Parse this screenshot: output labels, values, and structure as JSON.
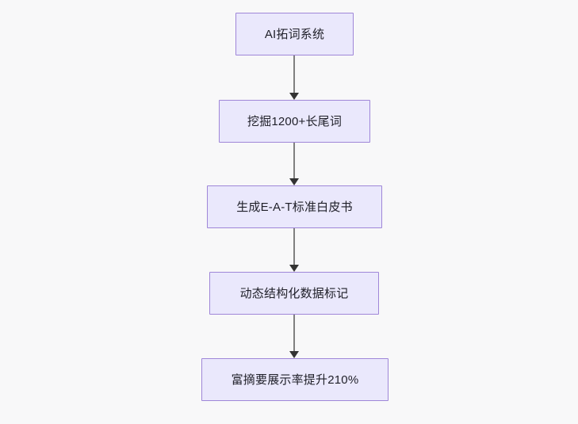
{
  "diagram": {
    "type": "flowchart",
    "direction": "top-to-bottom",
    "background_color": "#f8f8f9",
    "node_fill_color": "#eae8fc",
    "node_border_color": "#9f86d8",
    "node_text_color": "#1f1f28",
    "edge_line_color": "#808080",
    "edge_arrow_color": "#333333",
    "nodes": [
      {
        "id": "n1",
        "label": "AI拓词系统"
      },
      {
        "id": "n2",
        "label": "挖掘1200+长尾词"
      },
      {
        "id": "n3",
        "label": "生成E-A-T标准白皮书"
      },
      {
        "id": "n4",
        "label": "动态结构化数据标记"
      },
      {
        "id": "n5",
        "label": "富摘要展示率提升210%"
      }
    ],
    "edges": [
      {
        "from": "n1",
        "to": "n2",
        "label": ""
      },
      {
        "from": "n2",
        "to": "n3",
        "label": ""
      },
      {
        "from": "n3",
        "to": "n4",
        "label": ""
      },
      {
        "from": "n4",
        "to": "n5",
        "label": ""
      }
    ]
  }
}
